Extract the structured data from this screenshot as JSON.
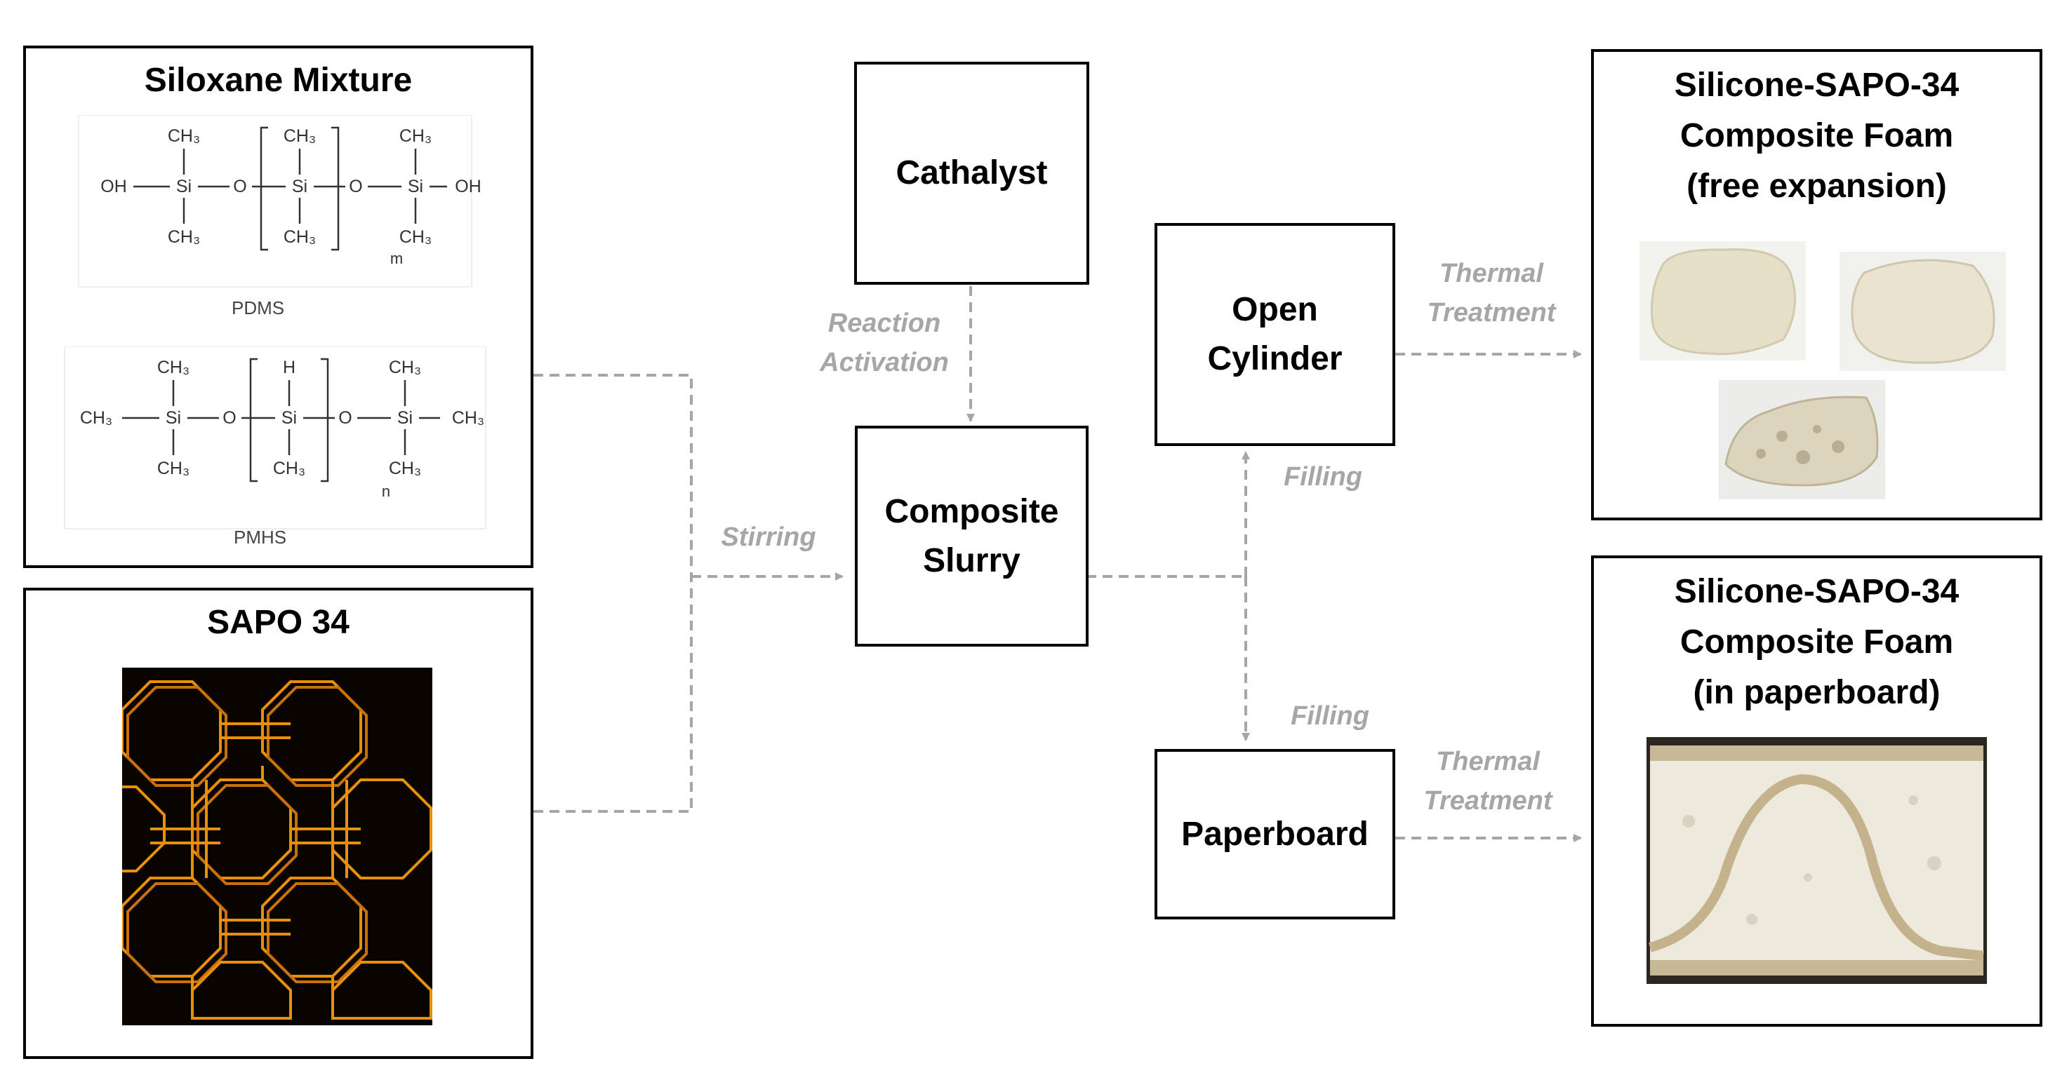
{
  "boxes": {
    "siloxane": {
      "title": "Siloxane Mixture",
      "pdms_caption": "PDMS",
      "pmhs_caption": "PMHS"
    },
    "sapo": {
      "title": "SAPO 34"
    },
    "catalyst": {
      "title": "Cathalyst"
    },
    "slurry": {
      "title": "Composite\nSlurry"
    },
    "cylinder": {
      "title": "Open\nCylinder"
    },
    "paperboard": {
      "title": "Paperboard"
    },
    "foam_free": {
      "title": "Silicone-SAPO-34\nComposite Foam\n(free expansion)"
    },
    "foam_paper": {
      "title": "Silicone-SAPO-34\nComposite Foam\n(in paperboard)"
    }
  },
  "chemistry": {
    "pdms": {
      "ch3": "CH₃",
      "si": "Si",
      "o": "O",
      "oh": "OH",
      "index": "m"
    },
    "pmhs": {
      "ch3": "CH₃",
      "si": "Si",
      "o": "O",
      "h": "H",
      "index": "n"
    }
  },
  "labels": {
    "reaction": "Reaction\nActivation",
    "stirring": "Stirring",
    "filling_top": "Filling",
    "filling_bottom": "Filling",
    "thermal_top": "Thermal\nTreatment",
    "thermal_bottom": "Thermal\nTreatment"
  },
  "colors": {
    "arrow": "#a6a6a6",
    "zeolite": "#e8900c",
    "zeolite_bg": "#0a0400"
  }
}
